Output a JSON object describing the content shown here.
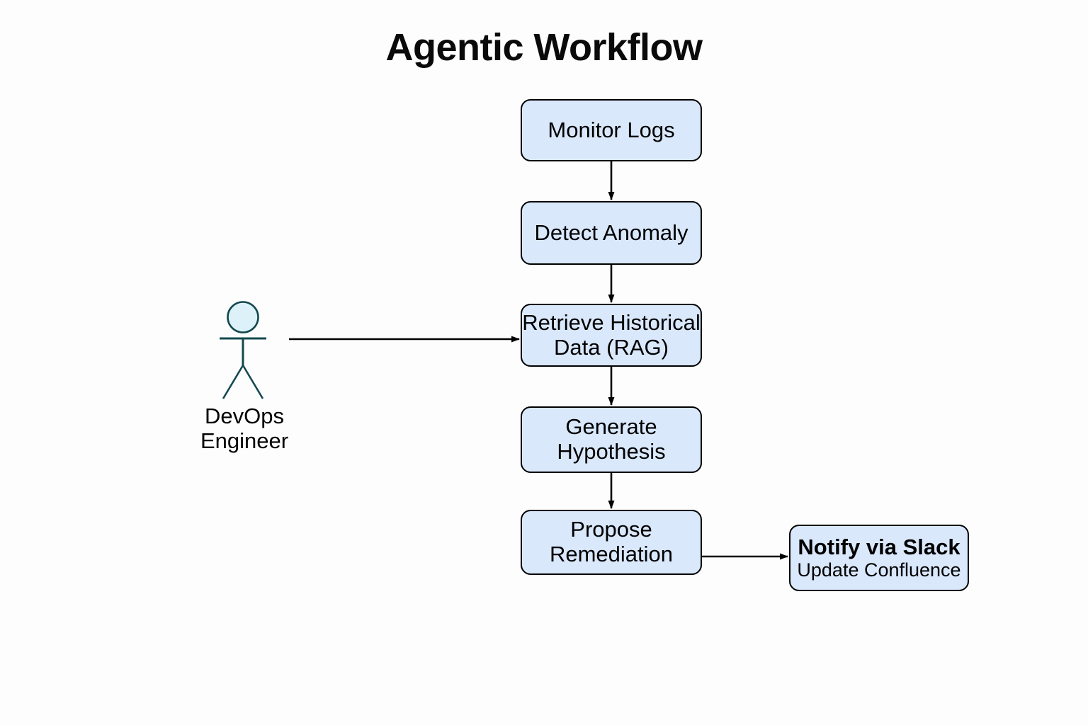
{
  "page": {
    "title": "Agentic Workflow",
    "background_color": "#fdfdfd"
  },
  "theme": {
    "node_fill": "#dae8fc",
    "node_stroke": "#000000",
    "actor_head_fill": "#ddf2f8",
    "actor_stroke": "#14494f",
    "edge_color": "#000000",
    "text_color": "#000000"
  },
  "actor": {
    "name": "devops-engineer",
    "label_line1": "DevOps",
    "label_line2": "Engineer"
  },
  "nodes": [
    {
      "id": "monitor-logs",
      "label": "Monitor Logs"
    },
    {
      "id": "detect-anomaly",
      "label": "Detect Anomaly"
    },
    {
      "id": "retrieve-rag",
      "label_line1": "Retrieve Historical",
      "label_line2": "Data (RAG)"
    },
    {
      "id": "generate-hypothesis",
      "label_line1": "Generate",
      "label_line2": "Hypothesis"
    },
    {
      "id": "propose-remediation",
      "label_line1": "Propose",
      "label_line2": "Remediation"
    },
    {
      "id": "notify-slack",
      "label_line1": "Notify via Slack",
      "label_line2": "Update Confluence"
    }
  ],
  "edges": [
    {
      "id": "edge-actor-to-rag",
      "from": "devops-engineer",
      "to": "retrieve-rag",
      "direction": "right"
    },
    {
      "id": "edge-monitor-to-detect",
      "from": "monitor-logs",
      "to": "detect-anomaly",
      "direction": "down"
    },
    {
      "id": "edge-detect-to-rag",
      "from": "detect-anomaly",
      "to": "retrieve-rag",
      "direction": "down"
    },
    {
      "id": "edge-rag-to-generate",
      "from": "retrieve-rag",
      "to": "generate-hypothesis",
      "direction": "down"
    },
    {
      "id": "edge-generate-to-propose",
      "from": "generate-hypothesis",
      "to": "propose-remediation",
      "direction": "down"
    },
    {
      "id": "edge-propose-to-notify",
      "from": "propose-remediation",
      "to": "notify-slack",
      "direction": "right"
    }
  ]
}
